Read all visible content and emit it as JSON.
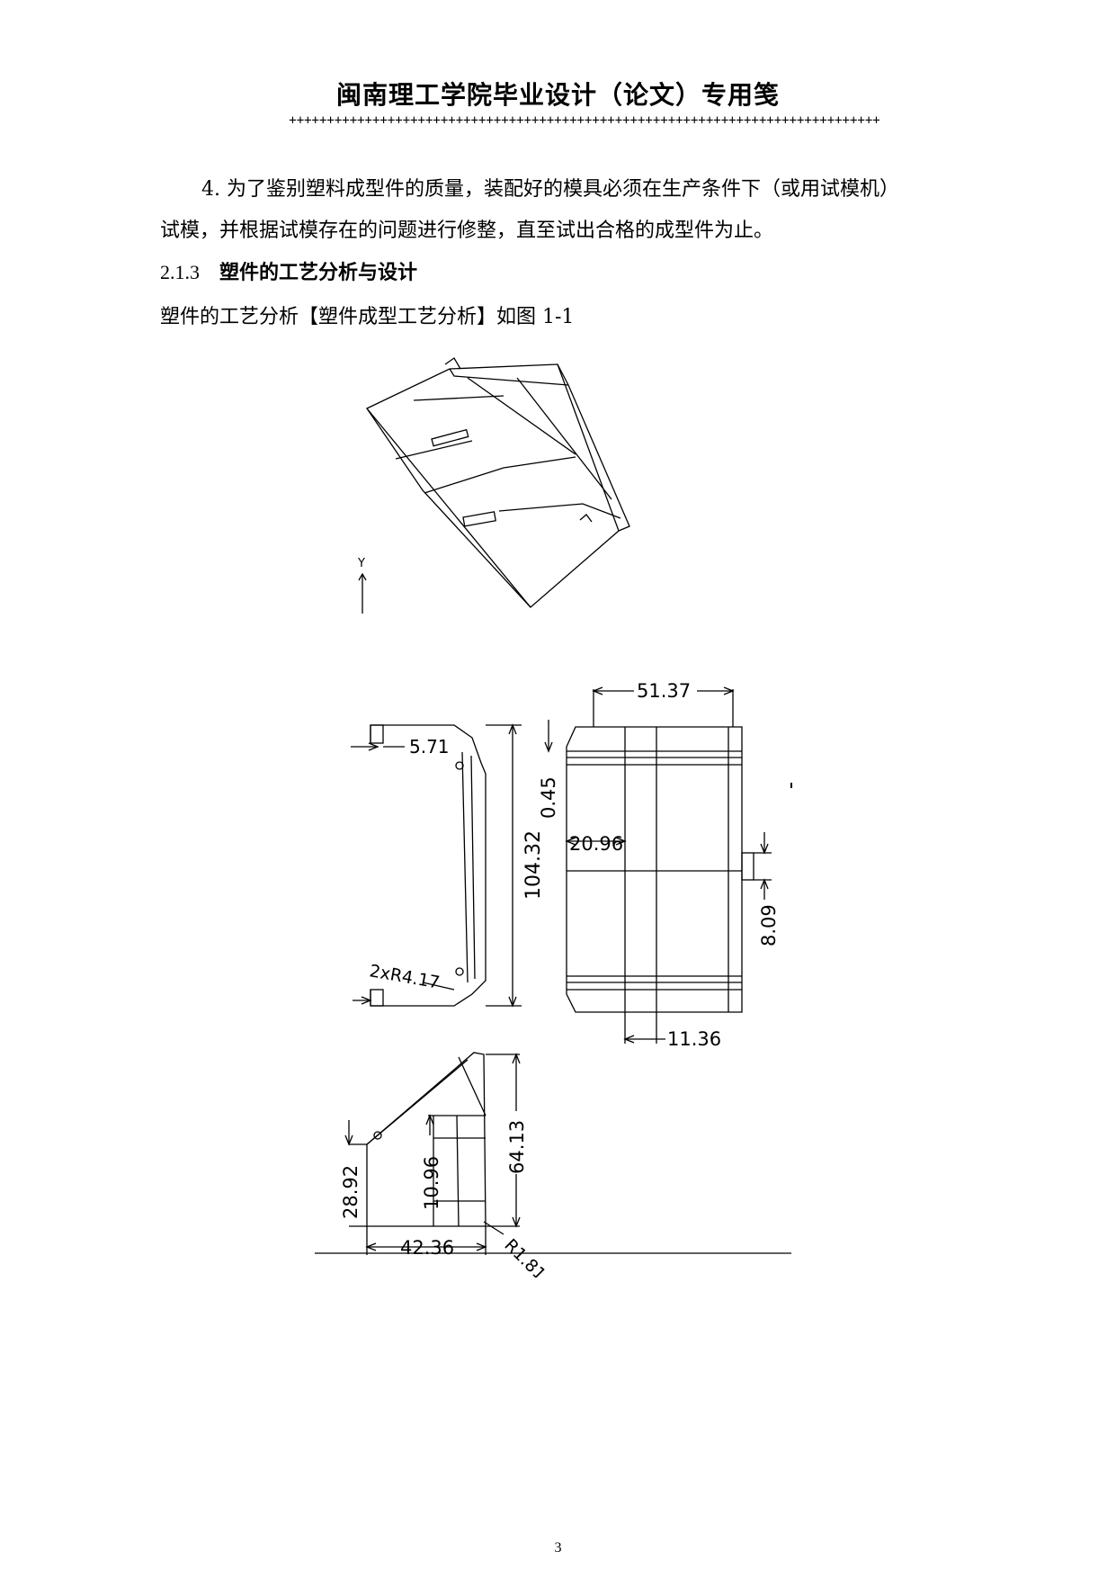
{
  "header": {
    "title": "闽南理工学院毕业设计（论文）专用笺",
    "rule": "++++++++++++++++++++++++++++++++++++++++++++++++++++++++++++++++++++++++++++++"
  },
  "body": {
    "paragraph1": "4.  为了鉴别塑料成型件的质量，装配好的模具必须在生产条件下（或用试模机）",
    "paragraph2": "试模，并根据试模存在的问题进行修整，直至试出合格的成型件为止。",
    "section_number": "2.1.3",
    "section_title": "塑件的工艺分析与设计",
    "paragraph3": "塑件的工艺分析【塑件成型工艺分析】如图 1-1"
  },
  "figure": {
    "axis_label": "Y",
    "dims": {
      "top_width": "51.37",
      "side_offset": "5.71",
      "small_gap": "0.45",
      "height": "104.32",
      "inner_width": "20.96",
      "tab_offset": "8.09",
      "tab_width": "11.36",
      "fillet": "2xR4.17",
      "front_left_height": "28.92",
      "front_inner_height": "10.96",
      "front_height": "64.13",
      "front_base": "42.36",
      "small_radius": "R1.81"
    }
  },
  "footer": {
    "page_number": "3"
  }
}
